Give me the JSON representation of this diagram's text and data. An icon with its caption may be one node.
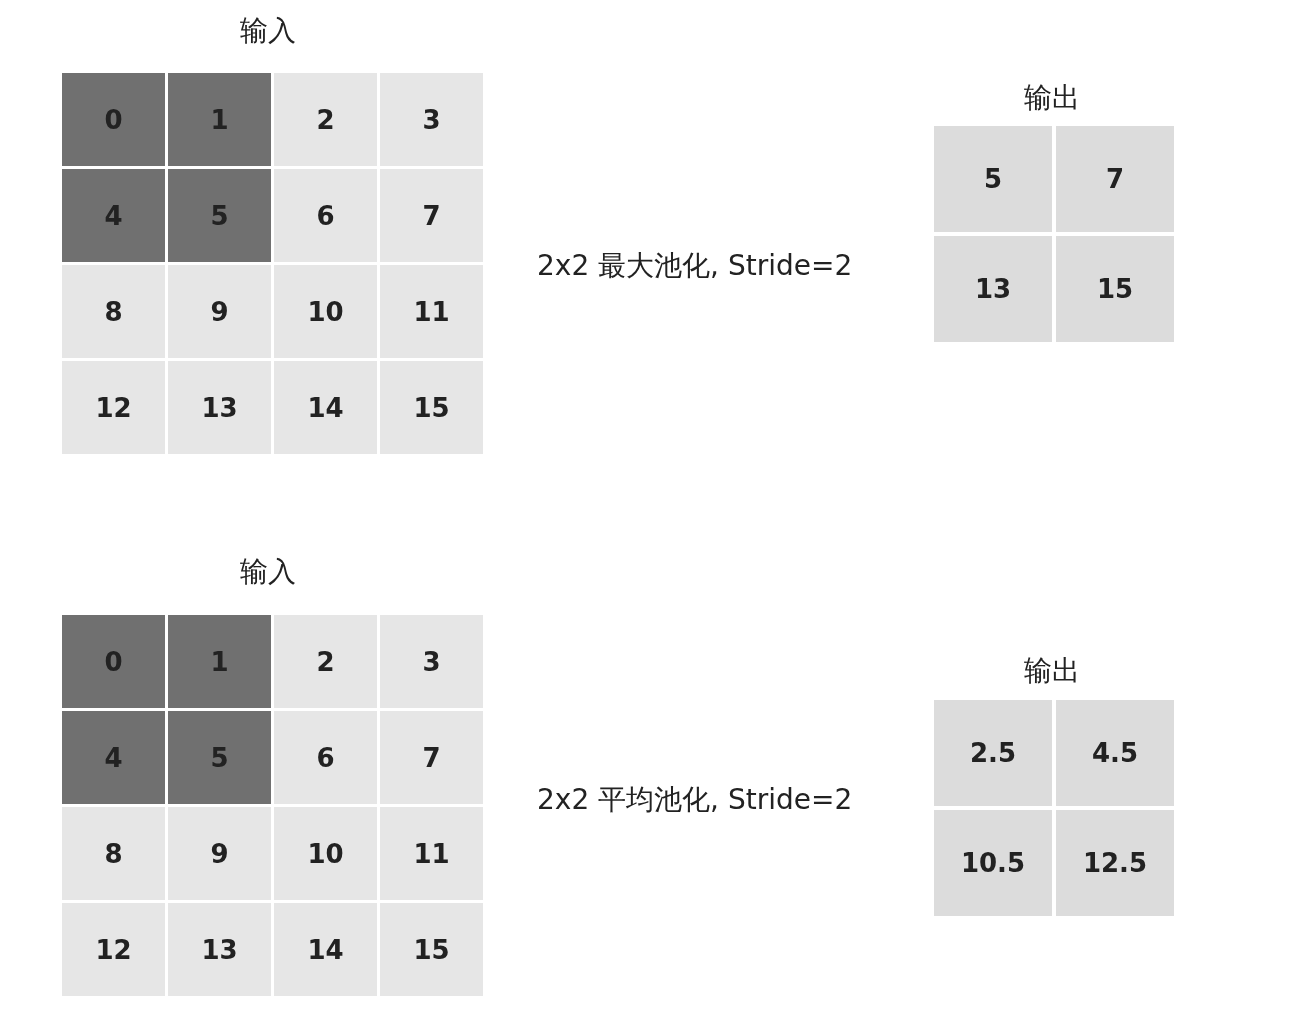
{
  "diagram": {
    "labels": [
      "输入",
      "0",
      "1",
      "2",
      "3",
      "4",
      "5",
      "6",
      "7",
      "8",
      "9",
      "10",
      "11",
      "12",
      "13",
      "14",
      "15",
      "2x2 最大池化, Stride=2",
      "输出",
      "5",
      "7",
      "13",
      "15",
      "输入",
      "0",
      "1",
      "2",
      "3",
      "4",
      "5",
      "6",
      "7",
      "8",
      "9",
      "10",
      "11",
      "12",
      "13",
      "14",
      "15",
      "2x2 平均池化, Stride=2",
      "输出",
      "2.5",
      "4.5",
      "10.5",
      "12.5"
    ]
  }
}
